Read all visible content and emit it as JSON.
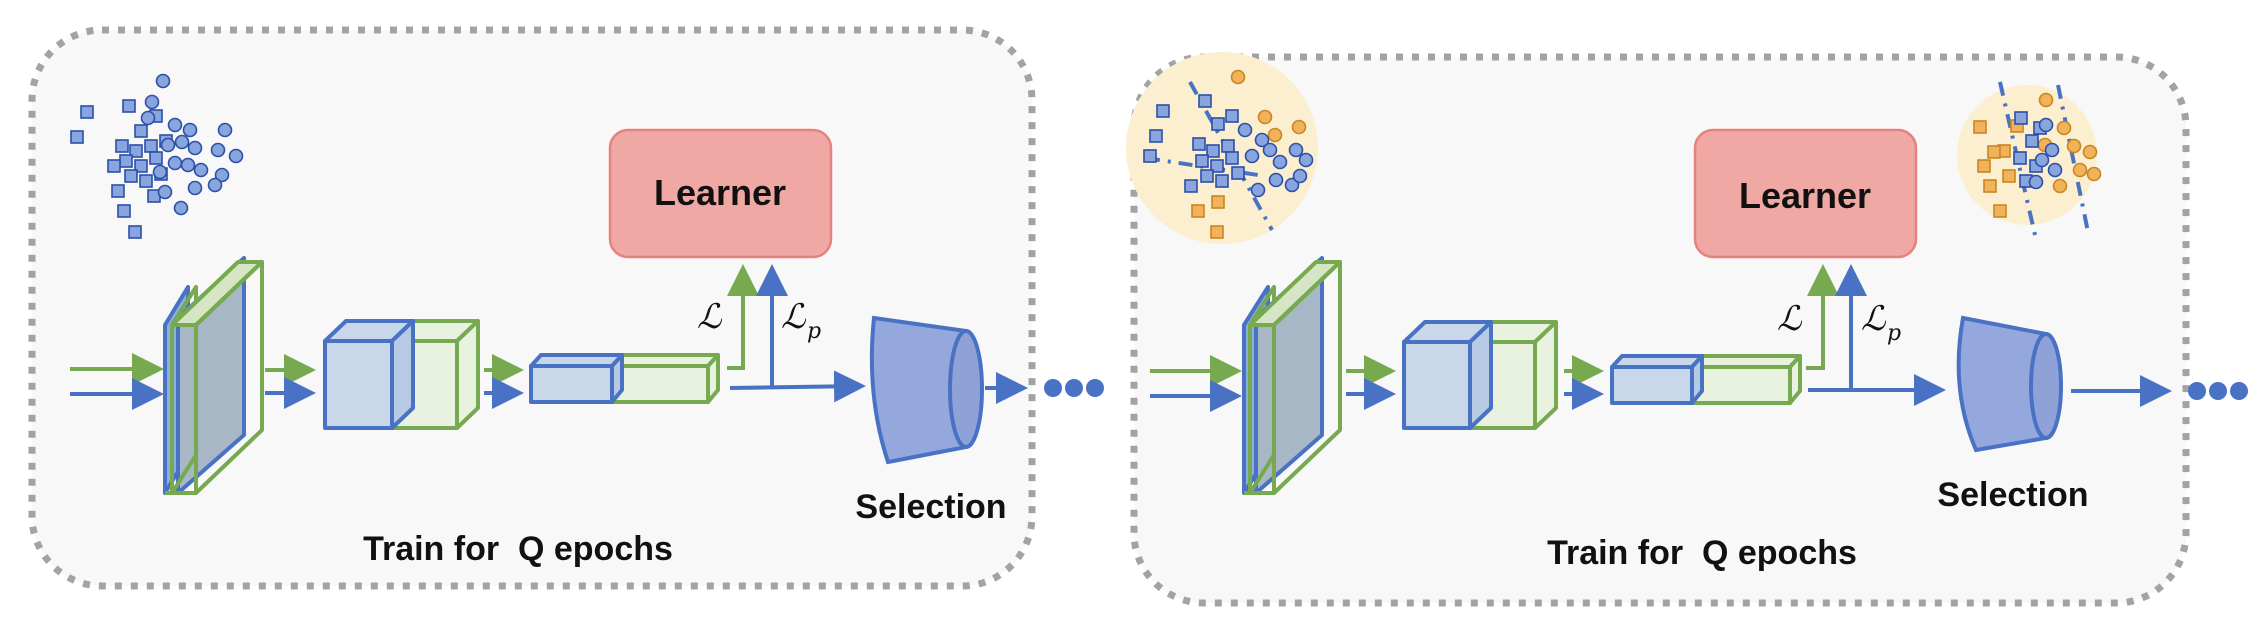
{
  "colors": {
    "blue": "#4a72c4",
    "blue_fill": "#c8d8ea",
    "green": "#77aa50",
    "green_fill": "#e9f2df",
    "panel_border": "#a3a3a3",
    "panel_bg": "#f8f8f8",
    "learner_fill": "#f0a8a4",
    "learner_stroke": "#e5827d",
    "orange": "#f2b25a",
    "halo": "#fbefd0",
    "selection_fill": "#94a8dd"
  },
  "stages": [
    {
      "learner_label": "Learner",
      "loss_label": "ℒ",
      "loss_p_label": "ℒ",
      "loss_p_subscript": "p",
      "selection_label": "Selection",
      "caption": "Train for  Q epochs",
      "continuation": "●●●"
    },
    {
      "learner_label": "Learner",
      "loss_label": "ℒ",
      "loss_p_label": "ℒ",
      "loss_p_subscript": "p",
      "selection_label": "Selection",
      "caption": "Train for  Q epochs",
      "continuation": "●●●"
    }
  ]
}
